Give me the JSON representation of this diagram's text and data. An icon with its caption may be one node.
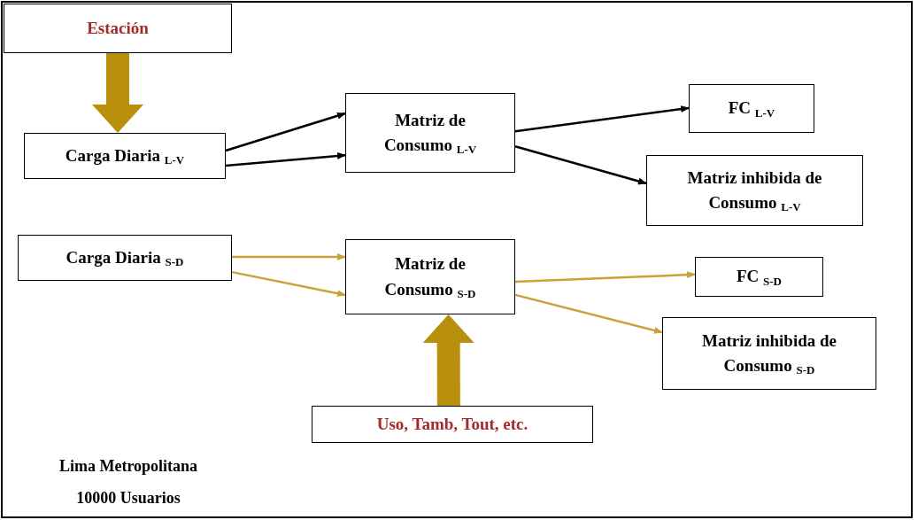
{
  "diagram": {
    "nodes": [
      {
        "text": [
          "Estación"
        ]
      },
      {
        "text": [
          "Carga Diaria $_{L-V}$"
        ]
      },
      {
        "text": [
          "Matriz de Consumo $_{L-V}$"
        ]
      },
      {
        "text": [
          "FC $_{L-V}$"
        ]
      },
      {
        "text": [
          "Matriz inhibida de Consumo $_{L-V}$"
        ]
      },
      {
        "text": [
          "Carga Diaria $_{S-D}$"
        ]
      },
      {
        "text": [
          "Matriz de Consumo $_{S-D}$"
        ]
      },
      {
        "text": [
          "FC $_{S-D}$"
        ]
      },
      {
        "text": [
          "Matriz inhibida de Consumo $_{S-D}$"
        ]
      },
      {
        "text": [
          "Uso, Tamb, Tout, etc."
        ]
      }
    ],
    "edges": [
      {
        "from": 0,
        "to": 1,
        "arrow": "to",
        "style": "thick",
        "color": "#b8900c"
      },
      {
        "from": 1,
        "to": 2,
        "arrow": "to"
      },
      {
        "from": 1,
        "to": 2,
        "arrow": "to"
      },
      {
        "from": 2,
        "to": 3,
        "arrow": "to"
      },
      {
        "from": 2,
        "to": 4,
        "arrow": "to"
      },
      {
        "from": 5,
        "to": 6,
        "arrow": "to",
        "color": "#c9a23a"
      },
      {
        "from": 5,
        "to": 6,
        "arrow": "to",
        "color": "#c9a23a"
      },
      {
        "from": 6,
        "to": 7,
        "arrow": "to",
        "color": "#c9a23a"
      },
      {
        "from": 6,
        "to": 8,
        "arrow": "to",
        "color": "#c9a23a"
      },
      {
        "from": 9,
        "to": 6,
        "arrow": "to",
        "style": "thick",
        "color": "#b8900c"
      }
    ],
    "labels": [
      "Lima Metropolitana",
      "10000 Usuarios"
    ]
  }
}
